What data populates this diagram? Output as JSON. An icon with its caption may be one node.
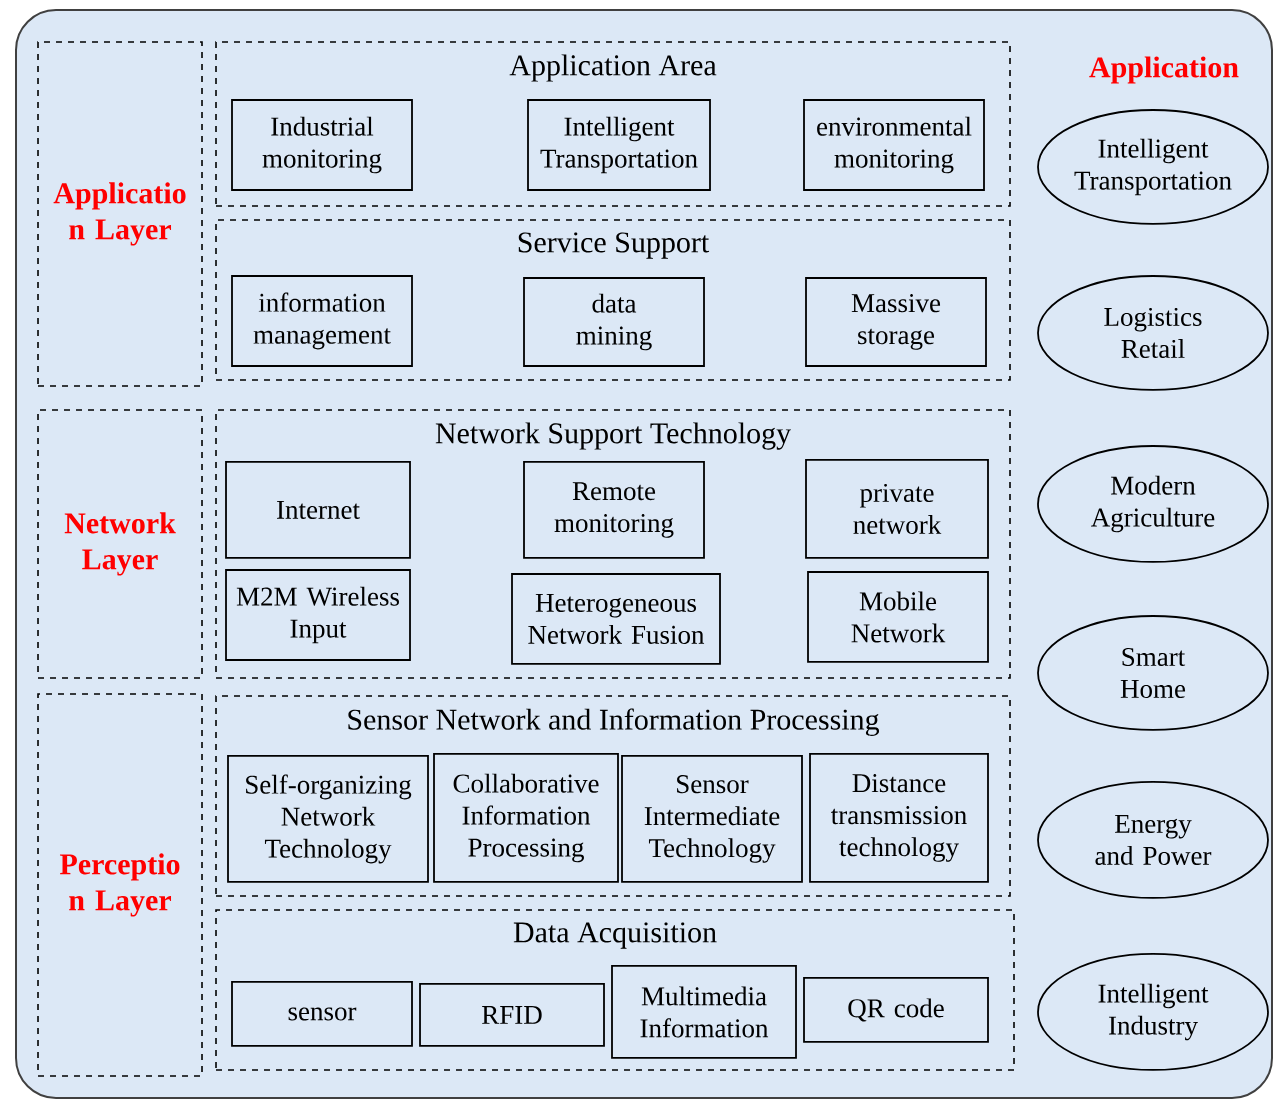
{
  "diagram": {
    "nodes": [
      {
        "text": [],
        "shape": "box"
      },
      {
        "text": [
          "Applicatio n Layer"
        ],
        "in": 0
      },
      {
        "text": [
          "Application Area"
        ],
        "in": 0
      },
      {
        "text": [
          "Industrial monitoring"
        ],
        "in": 2
      },
      {
        "text": [
          "Intelligent Transportation"
        ],
        "in": 2
      },
      {
        "text": [
          "environmental monitoring"
        ],
        "in": 2
      },
      {
        "text": [
          "Service Support"
        ],
        "in": 0
      },
      {
        "text": [
          "information management"
        ],
        "in": 6
      },
      {
        "text": [
          "data mining"
        ],
        "in": 6
      },
      {
        "text": [
          "Massive storage"
        ],
        "in": 6
      },
      {
        "text": [
          "Network Layer"
        ],
        "in": 0
      },
      {
        "text": [
          "Network Support Technology"
        ],
        "in": 0
      },
      {
        "text": [
          "Internet"
        ],
        "in": 11
      },
      {
        "text": [
          "Remote monitoring"
        ],
        "in": 11
      },
      {
        "text": [
          "private network"
        ],
        "in": 11
      },
      {
        "text": [
          "M2M Wireless Input"
        ],
        "in": 11
      },
      {
        "text": [
          "Heterogeneous Network Fusion"
        ],
        "in": 11
      },
      {
        "text": [
          "Mobile Network"
        ],
        "in": 11
      },
      {
        "text": [
          "Perceptio n Layer"
        ],
        "in": 0
      },
      {
        "text": [
          "Sensor Network and Information Processing"
        ],
        "in": 0
      },
      {
        "text": [
          "Self-organizing Network Technology"
        ],
        "in": 19
      },
      {
        "text": [
          "Collaborative Information Processing"
        ],
        "in": 19
      },
      {
        "text": [
          "Sensor Intermediate Technology"
        ],
        "in": 19
      },
      {
        "text": [
          "Distance transmission technology"
        ],
        "in": 19
      },
      {
        "text": [
          "Data Acquisition"
        ],
        "in": 0
      },
      {
        "text": [
          "sensor"
        ],
        "in": 24
      },
      {
        "text": [
          "RFID"
        ],
        "in": 24
      },
      {
        "text": [
          "Multimedia Information"
        ],
        "in": 24
      },
      {
        "text": [
          "QR code"
        ],
        "in": 24
      },
      {
        "text": [
          "Intelligent Transportation"
        ],
        "in": 0
      },
      {
        "text": [
          "Logistics Retail"
        ],
        "in": 0
      },
      {
        "text": [
          "Modern Agriculture"
        ],
        "in": 0
      },
      {
        "text": [
          "Smart Home"
        ],
        "in": 0
      },
      {
        "text": [
          "Energy and Power"
        ],
        "in": 0
      },
      {
        "text": [
          "Intelligent Industry"
        ],
        "in": 0
      }
    ],
    "labels": [
      "Application"
    ]
  }
}
